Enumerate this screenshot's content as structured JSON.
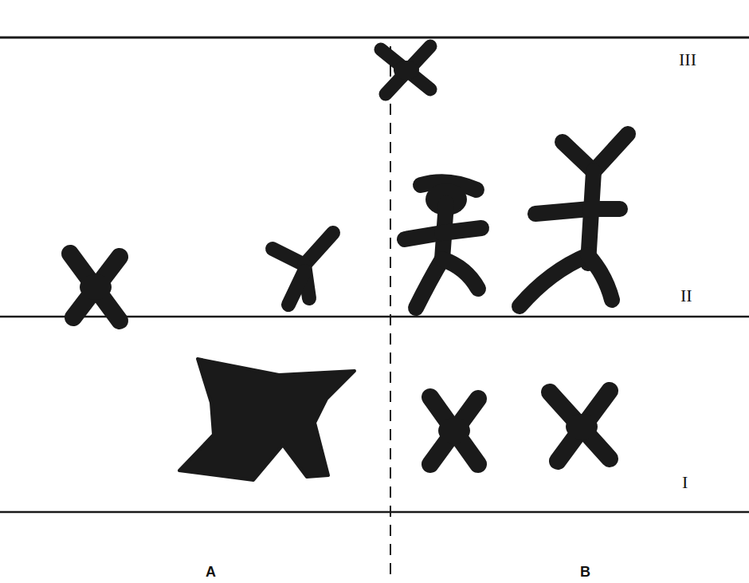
{
  "diagram": {
    "labels": [
      "III",
      "II",
      "I",
      "A",
      "B"
    ]
  }
}
